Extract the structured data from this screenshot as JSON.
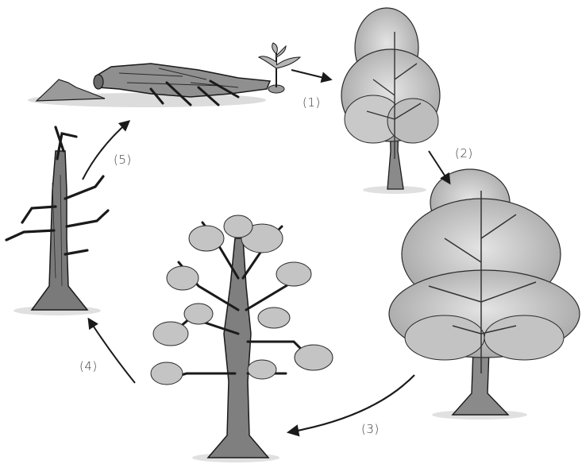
{
  "diagram": {
    "stages": [
      {
        "id": "1",
        "label": "(1)"
      },
      {
        "id": "2",
        "label": "(2)"
      },
      {
        "id": "3",
        "label": "(3)"
      },
      {
        "id": "4",
        "label": "(4)"
      },
      {
        "id": "5",
        "label": "(5)"
      }
    ],
    "colors": {
      "ink": "#1a1a1a",
      "foliage_light": "#b8b8b8",
      "foliage_mid": "#8e8e8e",
      "ground": "#d6d6d6",
      "label": "#3a3a3a"
    }
  }
}
